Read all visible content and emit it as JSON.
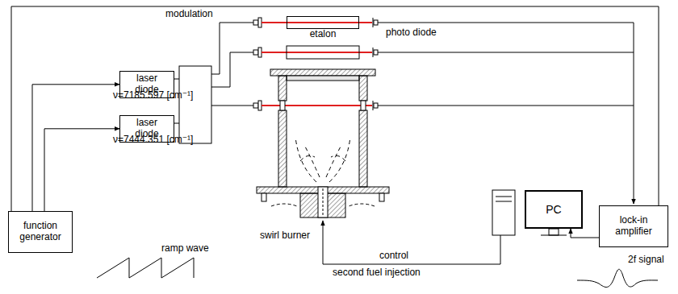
{
  "diagram": {
    "nodes": [
      {
        "text": [
          "etalon"
        ]
      },
      {
        "text": [
          "laser diode"
        ]
      },
      {
        "text": [
          "laser diode"
        ]
      },
      {
        "text": [
          "function generator"
        ]
      },
      {
        "text": [
          "PC"
        ]
      },
      {
        "text": [
          "lock-in amplifier"
        ]
      }
    ],
    "edges": [
      {
        "from": 3,
        "to": 1,
        "arrow": "to"
      },
      {
        "from": 3,
        "to": 2,
        "arrow": "to"
      },
      {
        "from": 5,
        "to": 4,
        "arrow": "to"
      },
      {
        "from": 5,
        "to": 3,
        "arrow": "none"
      }
    ],
    "labels": [
      "modulation",
      "ν=7185.597 [cm⁻¹]",
      "ν=7444.351 [cm⁻¹]",
      "photo diode",
      "swirl burner",
      "control",
      "second fuel injection",
      "ramp wave",
      "2f signal"
    ]
  }
}
